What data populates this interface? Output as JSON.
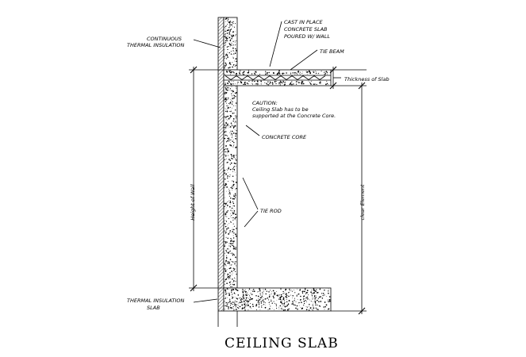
{
  "title": "CEILING SLAB",
  "labels": {
    "cast_in_place_1": "CAST IN PLACE",
    "cast_in_place_2": "CONCRETE SLAB",
    "cast_in_place_3": "POURED W/ WALL",
    "continuous_1": "CONTINUOUS",
    "continuous_2": "THERMAL INSULATION",
    "tie_beam": "TIE BEAM",
    "thickness": "Thickness of Slab",
    "caution_1": "CAUTION:",
    "caution_2": "Ceiling Slab has to be",
    "caution_3": "supported at the Concrete Core.",
    "concrete_core": "CONCRETE CORE",
    "height_of_wall": "Height of Wall",
    "tie_rod": "TIE ROD",
    "clear_element": "clear Element",
    "thermal_bottom_1": "THERMAL INSULATION",
    "thermal_bottom_2": "SLAB"
  },
  "colors": {
    "ink": "#000000",
    "paper": "#ffffff"
  }
}
